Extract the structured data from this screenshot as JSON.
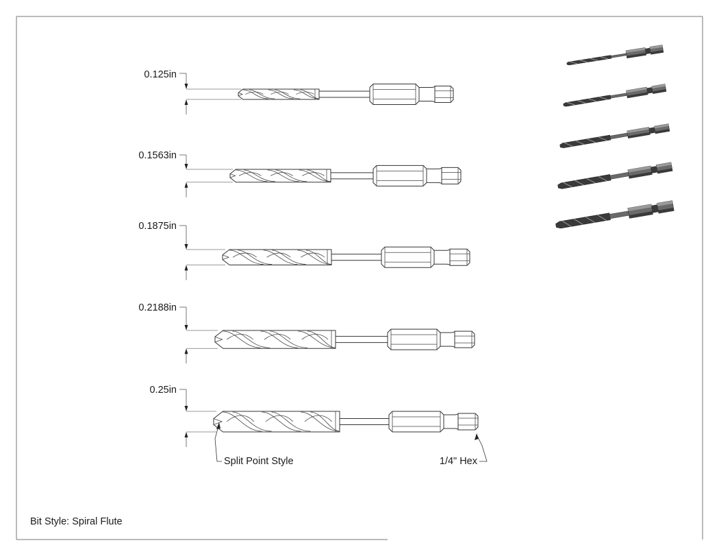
{
  "drawing": {
    "bits": [
      {
        "size_label": "0.125in",
        "diameter_in": 0.125
      },
      {
        "size_label": "0.1563in",
        "diameter_in": 0.1563
      },
      {
        "size_label": "0.1875in",
        "diameter_in": 0.1875
      },
      {
        "size_label": "0.2188in",
        "diameter_in": 0.2188
      },
      {
        "size_label": "0.25in",
        "diameter_in": 0.25
      }
    ],
    "callouts": {
      "tip": "Split Point Style",
      "shank": "1/4\" Hex"
    },
    "notes": {
      "bit_style": "Bit Style: Spiral Flute"
    },
    "colors": {
      "line": "#333333",
      "render_dark": "#3a3a3a",
      "render_mid": "#6a6a6a",
      "render_light": "#9a9a9a"
    }
  }
}
